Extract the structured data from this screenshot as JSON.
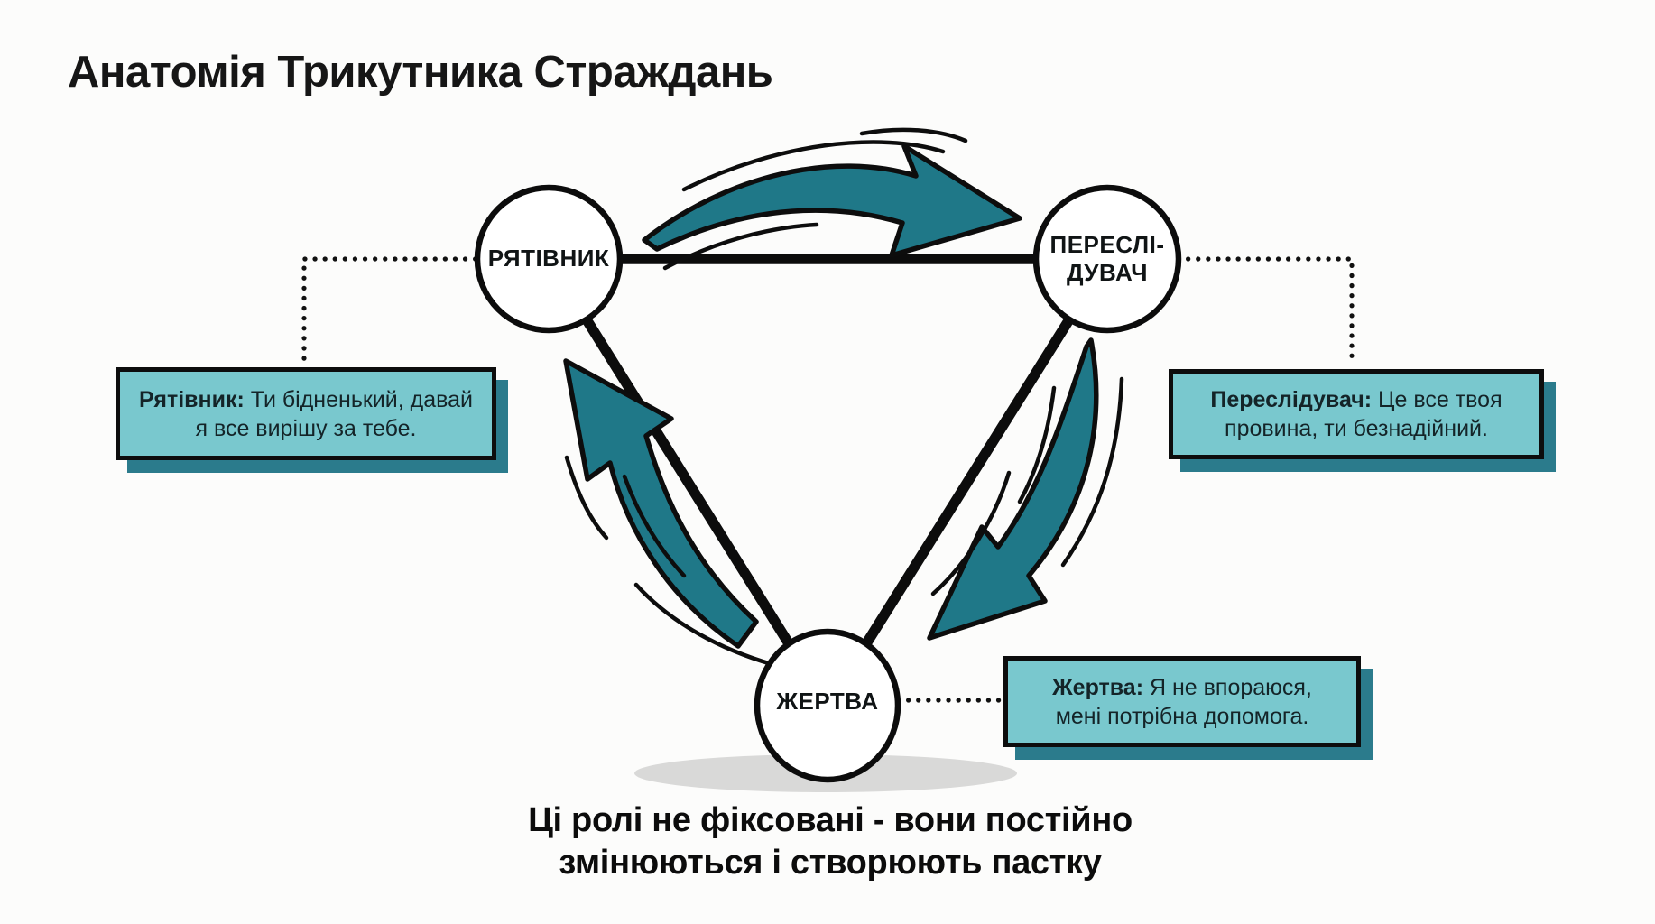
{
  "title": "Анатомія Трикутника Страждань",
  "nodes": {
    "rescuer": {
      "label": "РЯТІВНИК"
    },
    "persecutor": {
      "label_line1": "ПЕРЕСЛІ-",
      "label_line2": "ДУВАЧ"
    },
    "victim": {
      "label": "ЖЕРТВА"
    }
  },
  "callouts": {
    "rescuer": {
      "speaker": "Рятівник:",
      "quote": "Ти бідненький, давай я все вирішу за тебе."
    },
    "persecutor": {
      "speaker": "Переслідувач:",
      "quote": "Це все твоя провина, ти безнадійний."
    },
    "victim": {
      "speaker": "Жертва:",
      "quote": "Я не впораюся, мені потрібна допомога."
    }
  },
  "caption": {
    "line1": "Ці ролі не фіксовані - вони постійно",
    "line2": "змінюються і створюють пастку"
  },
  "colors": {
    "arrow_teal": "#1f7888",
    "callout_background": "#79c8ce",
    "callout_shadow": "#2b7b8c",
    "outline_black": "#0d0d0d",
    "ground_shadow": "#d9d9d8",
    "background": "#fcfcfb"
  }
}
